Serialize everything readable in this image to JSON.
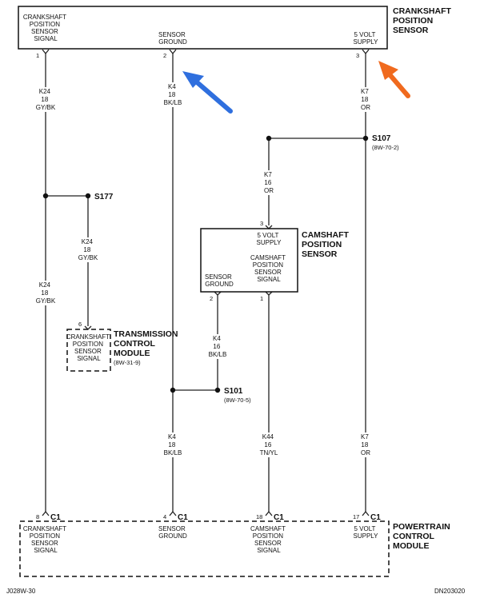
{
  "colors": {
    "blue_arrow": "#2f6fde",
    "orange_arrow": "#f06a1e",
    "line": "#222222"
  },
  "ckp": {
    "title": [
      "CRANKSHAFT",
      "POSITION",
      "SENSOR"
    ],
    "pins": [
      {
        "num": "1",
        "label": [
          "CRANKSHAFT",
          "POSITION",
          "SENSOR",
          "SIGNAL"
        ]
      },
      {
        "num": "2",
        "label": [
          "SENSOR",
          "GROUND"
        ]
      },
      {
        "num": "3",
        "label": [
          "5 VOLT",
          "SUPPLY"
        ]
      }
    ]
  },
  "cmp": {
    "title": [
      "CAMSHAFT",
      "POSITION",
      "SENSOR"
    ],
    "pin3": {
      "num": "3",
      "label": [
        "5 VOLT",
        "SUPPLY"
      ]
    },
    "pin2": {
      "num": "2",
      "label": [
        "SENSOR",
        "GROUND"
      ]
    },
    "pin1": {
      "num": "1",
      "label": [
        "CAMSHAFT",
        "POSITION",
        "SENSOR",
        "SIGNAL"
      ]
    }
  },
  "tcm": {
    "title": [
      "TRANSMISSION",
      "CONTROL",
      "MODULE"
    ],
    "ref": "(8W-31-9)",
    "pin": {
      "num": "6",
      "label": [
        "CRANKSHAFT",
        "POSITION",
        "SENSOR",
        "SIGNAL"
      ]
    }
  },
  "pcm": {
    "title": [
      "POWERTRAIN",
      "CONTROL",
      "MODULE"
    ],
    "connector": "C1",
    "pins": [
      {
        "num": "8",
        "label": [
          "CRANKSHAFT",
          "POSITION",
          "SENSOR",
          "SIGNAL"
        ]
      },
      {
        "num": "4",
        "label": [
          "SENSOR",
          "GROUND"
        ]
      },
      {
        "num": "18",
        "label": [
          "CAMSHAFT",
          "POSITION",
          "SENSOR",
          "SIGNAL"
        ]
      },
      {
        "num": "17",
        "label": [
          "5 VOLT",
          "SUPPLY"
        ]
      }
    ]
  },
  "splices": [
    {
      "id": "S107",
      "ref": "(8W-70-2)"
    },
    {
      "id": "S177",
      "ref": ""
    },
    {
      "id": "S101",
      "ref": "(8W-70-5)"
    }
  ],
  "wires": [
    [
      "K24",
      "18",
      "GY/BK"
    ],
    [
      "K4",
      "18",
      "BK/LB"
    ],
    [
      "K7",
      "18",
      "OR"
    ],
    [
      "K7",
      "16",
      "OR"
    ],
    [
      "K24",
      "18",
      "GY/BK"
    ],
    [
      "K24",
      "18",
      "GY/BK"
    ],
    [
      "K4",
      "16",
      "BK/LB"
    ],
    [
      "K4",
      "18",
      "BK/LB"
    ],
    [
      "K44",
      "16",
      "TN/YL"
    ],
    [
      "K7",
      "18",
      "OR"
    ]
  ],
  "footer": {
    "left": "J028W-30",
    "right": "DN203020"
  }
}
